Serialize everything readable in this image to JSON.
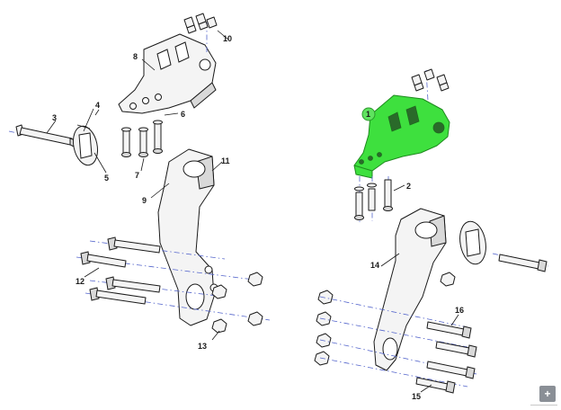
{
  "callouts": {
    "c1": "1",
    "c2": "2",
    "c3": "3",
    "c4": "4",
    "c5": "5",
    "c6": "6",
    "c7": "7",
    "c8": "8",
    "c9": "9",
    "c10": "10",
    "c11": "11",
    "c12": "12",
    "c13": "13",
    "c14": "14",
    "c15": "15",
    "c16": "16"
  },
  "highlight": {
    "part": "1",
    "color": "#3ee03e"
  },
  "icons": {
    "corner": "add-plus-icon",
    "corner_glyph": "+"
  }
}
